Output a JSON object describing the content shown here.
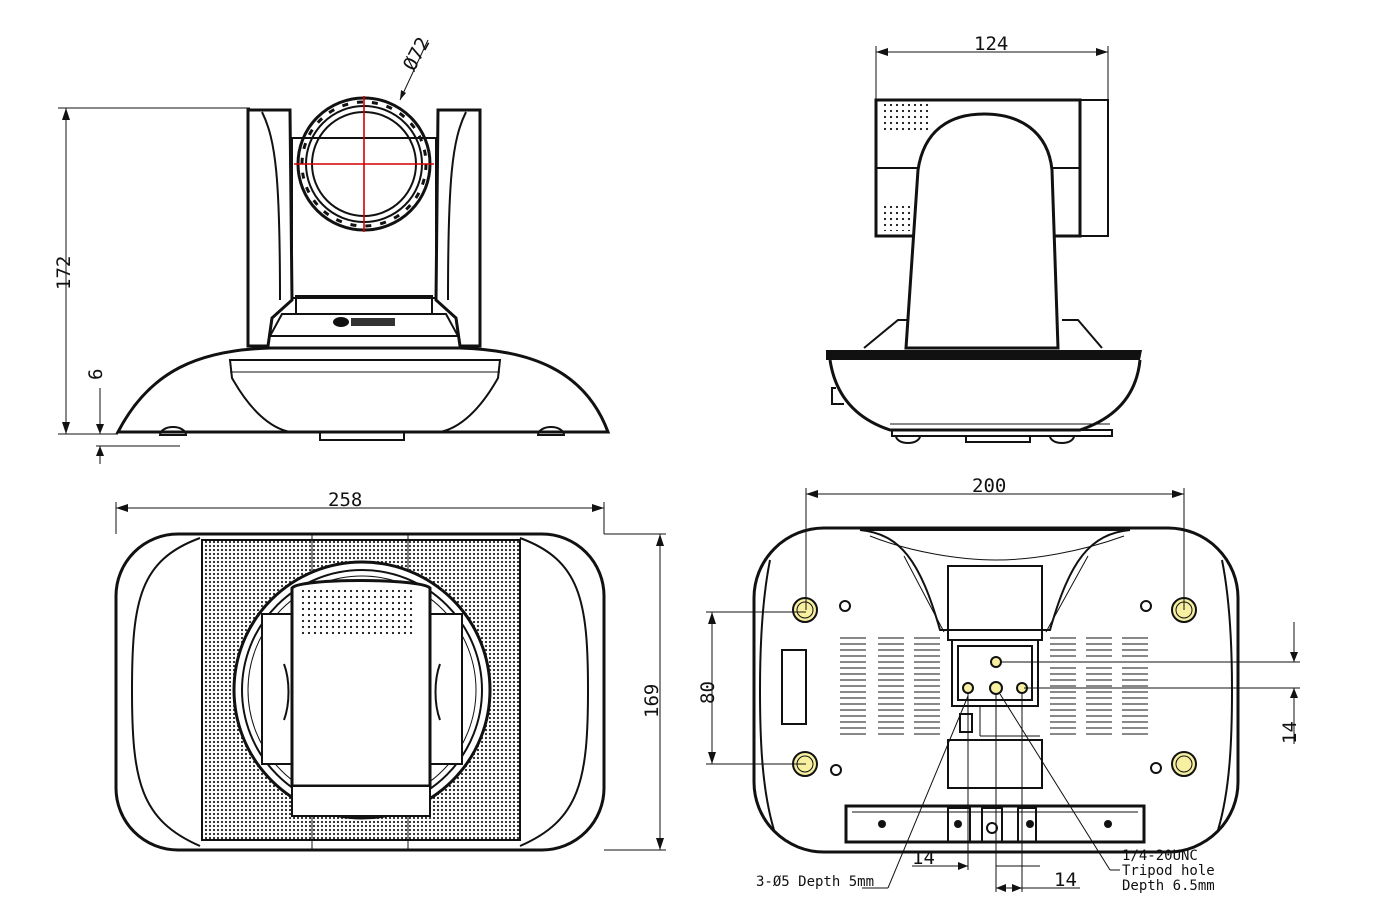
{
  "dimensions": {
    "lens_diameter": "Ø72",
    "height": "172",
    "foot_height": "6",
    "side_depth": "124",
    "width": "258",
    "depth": "169",
    "hole_spacing_x": "200",
    "hole_spacing_y": "80",
    "tripod_offset_y": "14",
    "tripod_offset_x1": "14",
    "tripod_offset_x2": "14"
  },
  "notes": {
    "mount_holes": "3-Ø5 Depth 5mm",
    "tripod_line1": "1/4-20UNC",
    "tripod_line2": "Tripod hole",
    "tripod_line3": "Depth 6.5mm"
  },
  "icons": {
    "brand_logo": "brand-logo-icon",
    "foot": "rubber-foot-icon",
    "screw_hole": "screw-hole-icon"
  },
  "colors": {
    "line": "#111111",
    "lens_crosshair": "#d40000",
    "hole_fill": "#f6f0a0",
    "background": "#ffffff"
  }
}
